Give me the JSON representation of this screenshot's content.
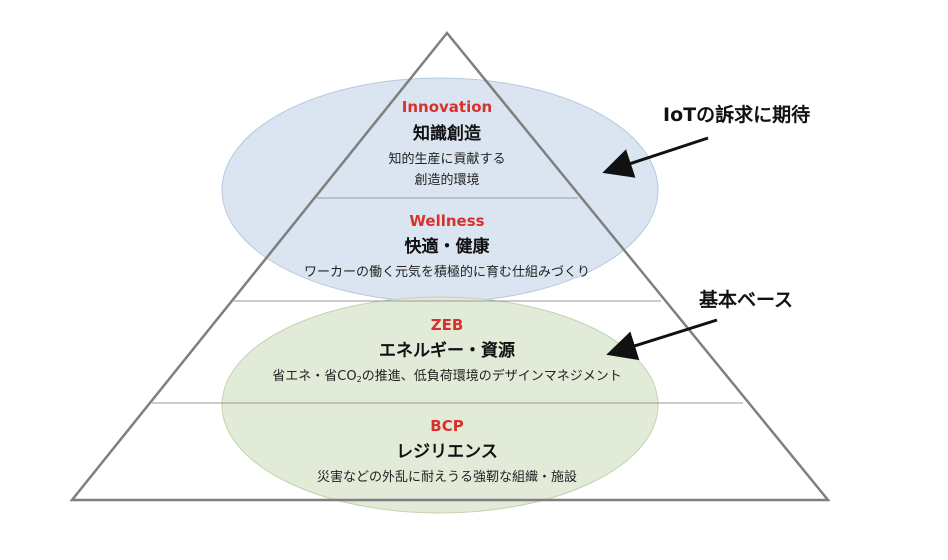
{
  "layers": [
    {
      "english": "Innovation",
      "title": "知識創造",
      "description_line1": "知的生産に貢献する",
      "description_line2": "創造的環境"
    },
    {
      "english": "Wellness",
      "title": "快適・健康",
      "description": "ワーカーの働く元気を積極的に育む仕組みづくり"
    },
    {
      "english": "ZEB",
      "title": "エネルギー・資源",
      "description_pre": "省エネ・省CO",
      "description_sub": "2",
      "description_post": "の推進、低負荷環境のデザインマネジメント"
    },
    {
      "english": "BCP",
      "title": "レジリエンス",
      "description": "災害などの外乱に耐えうる強靭な組織・施設"
    }
  ],
  "callouts": {
    "top": "IoTの訴求に期待",
    "bottom": "基本ベース"
  },
  "colors": {
    "blue_ellipse": "#dbe5f1",
    "green_ellipse": "#e2ebd8",
    "pyramid_line": "#7f7f7f",
    "accent_red": "#d9302b"
  }
}
